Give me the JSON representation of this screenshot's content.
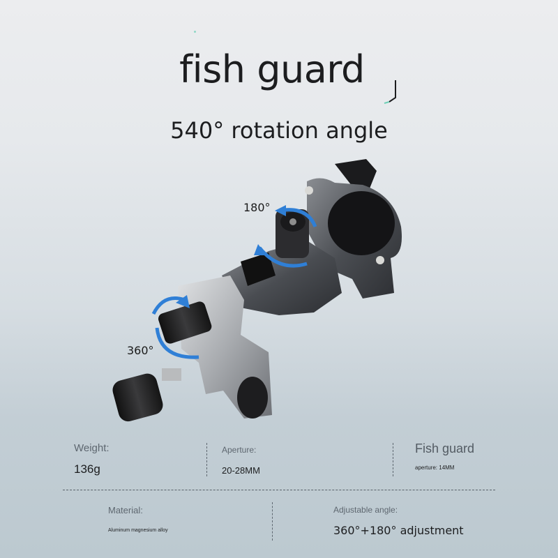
{
  "header": {
    "title": "fish guard",
    "subtitle": "540° rotation angle"
  },
  "product": {
    "image_alt": "Gunmetal aluminum rod holder clamp with black knurled knobs",
    "annotations": [
      {
        "label": "180°",
        "icon": "rotate-arrow-icon"
      },
      {
        "label": "360°",
        "icon": "rotate-arrow-icon"
      }
    ],
    "accent_color": "#2f7fd6"
  },
  "specs": {
    "weight": {
      "label": "Weight:",
      "value": "136g"
    },
    "aperture": {
      "label": "Aperture:",
      "value": "20-28MM"
    },
    "fish_guard": {
      "label": "Fish guard",
      "value": "aperture: 14MM"
    },
    "material": {
      "label": "Material:",
      "value": "Aluminum magnesium alloy"
    },
    "adjustable_angle": {
      "label": "Adjustable angle:",
      "value": "360°+180° adjustment"
    }
  }
}
